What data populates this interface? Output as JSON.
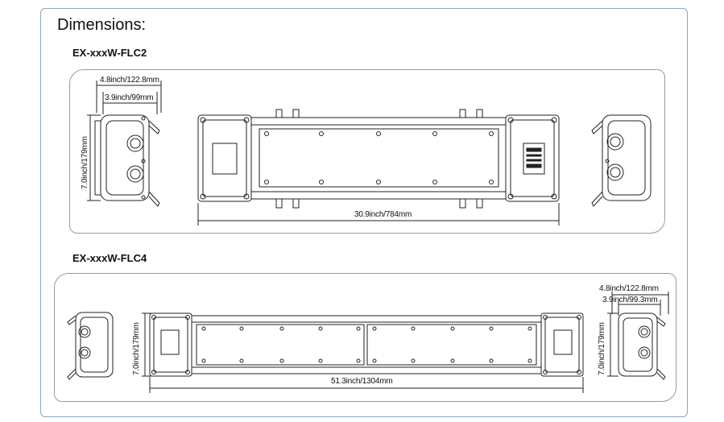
{
  "heading": "Dimensions:",
  "models": [
    {
      "name": "EX-xxxW-FLC2",
      "dim_width_outer": "4.8inch/122.8mm",
      "dim_width_inner": "3.9inch/99mm",
      "dim_height": "7.0inch/179mm",
      "dim_length": "30.9inch/784mm"
    },
    {
      "name": "EX-xxxW-FLC4",
      "dim_width_outer": "4.8inch/122.8mm",
      "dim_width_inner": "3.9inch/99.3mm",
      "dim_height": "7.0inch/179mm",
      "dim_height_right": "7.0inch/179mm",
      "dim_length": "51.3inch/1304mm"
    }
  ],
  "colors": {
    "frame": "#8fa6bf",
    "line": "#222222",
    "panel": "#9a9a9a"
  }
}
